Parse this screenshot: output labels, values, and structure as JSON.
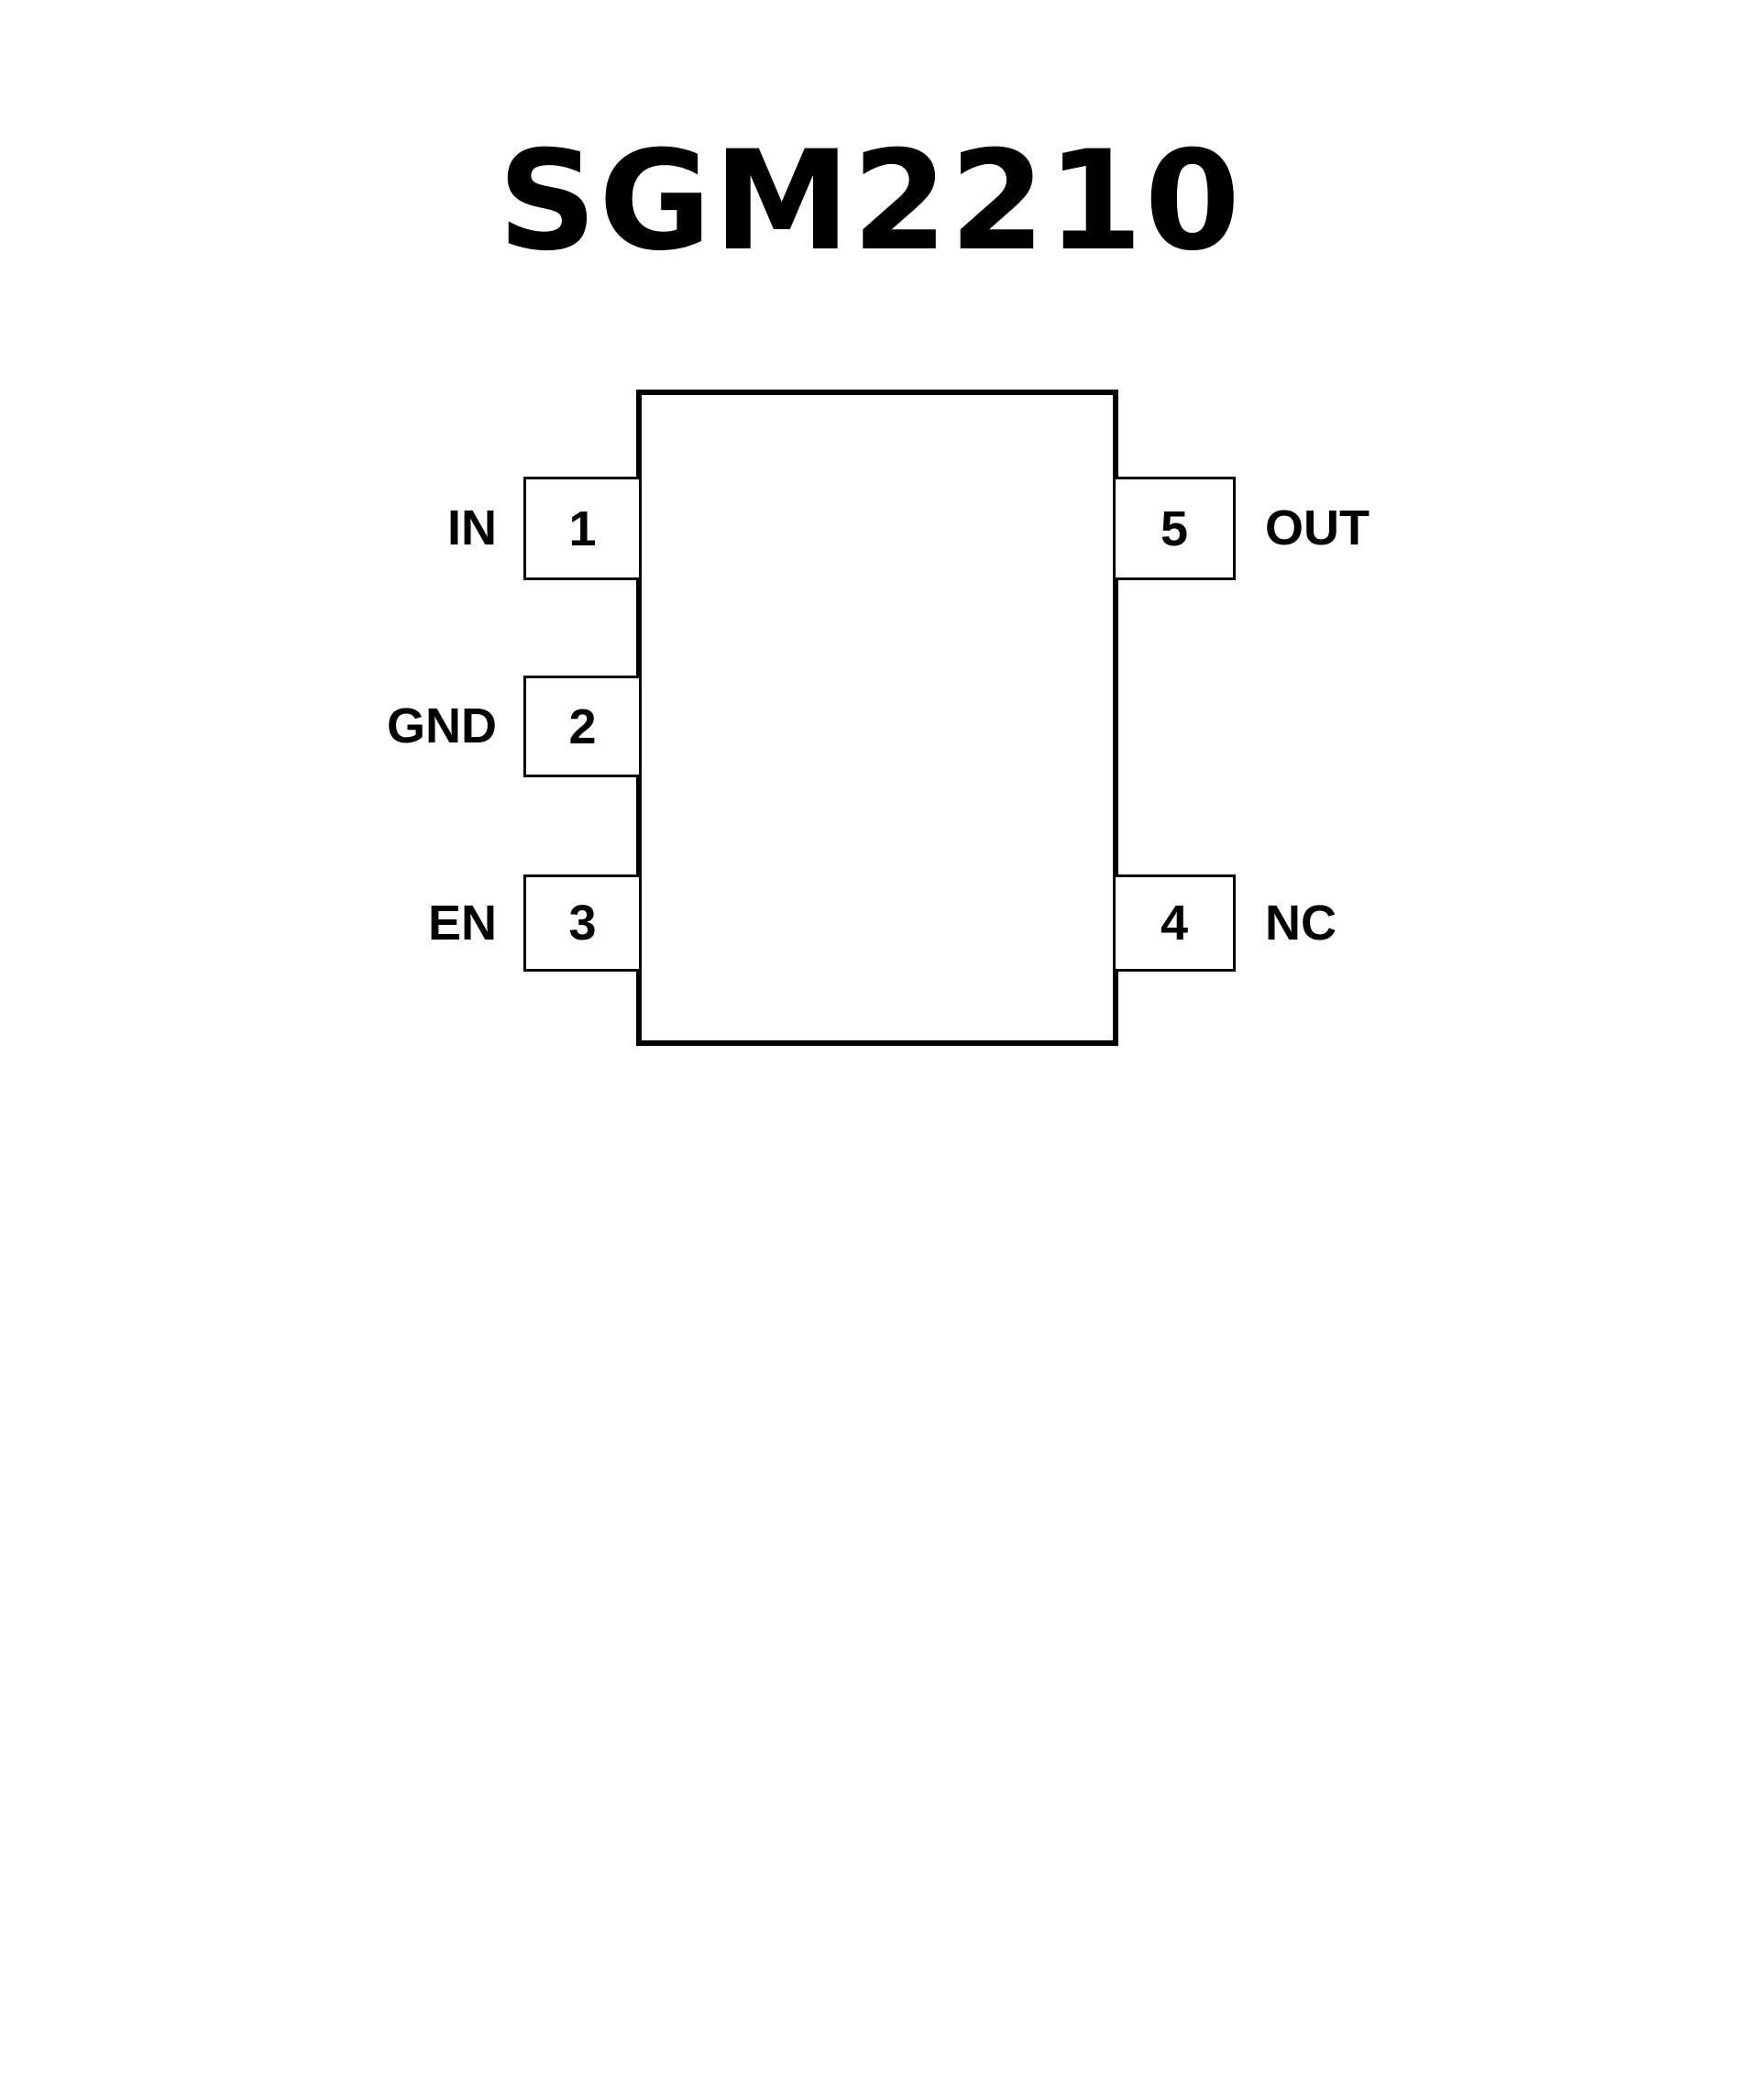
{
  "title": "SGM2210",
  "pins": [
    {
      "number": "1",
      "name": "IN",
      "side": "left"
    },
    {
      "number": "2",
      "name": "GND",
      "side": "left"
    },
    {
      "number": "3",
      "name": "EN",
      "side": "left"
    },
    {
      "number": "4",
      "name": "NC",
      "side": "right"
    },
    {
      "number": "5",
      "name": "OUT",
      "side": "right"
    }
  ]
}
